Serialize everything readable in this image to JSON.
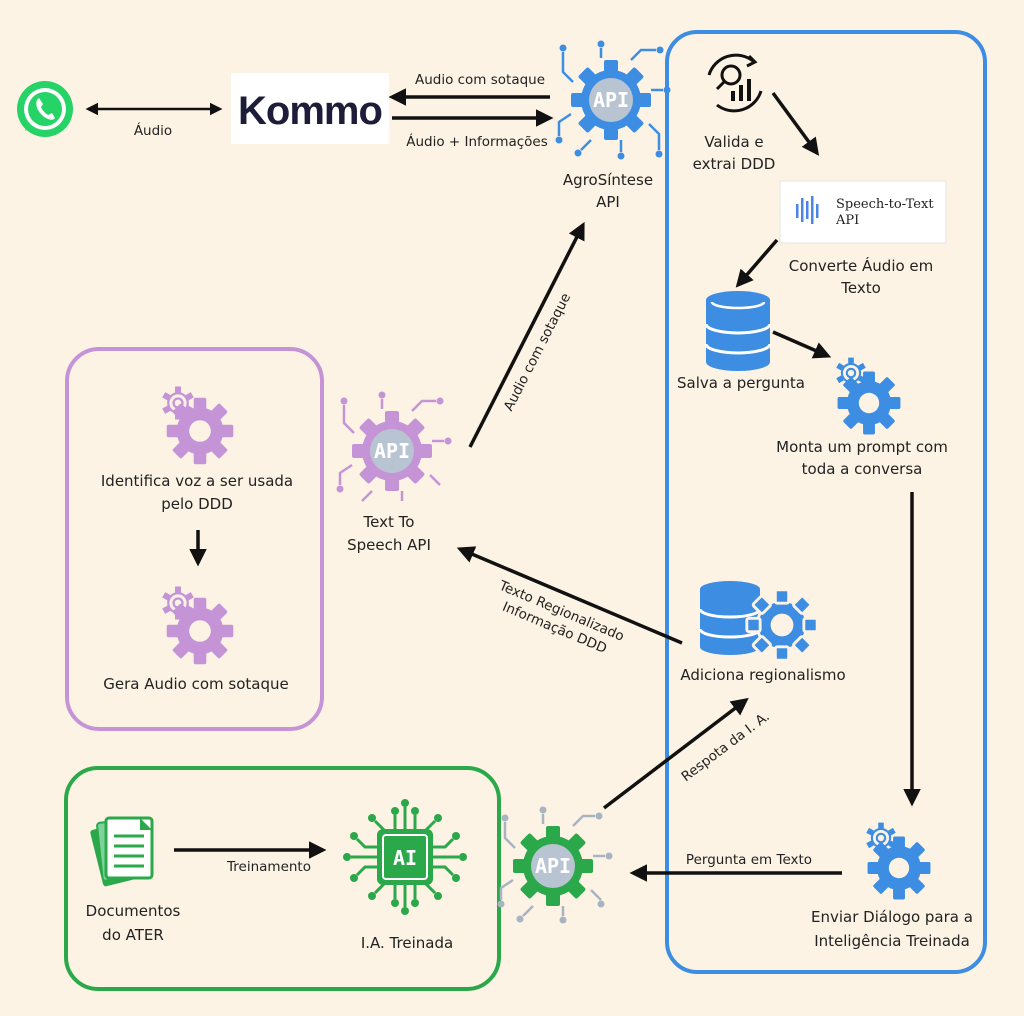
{
  "colors": {
    "background": "#fdf3e4",
    "blue": "#3d8ee3",
    "purple": "#c494d6",
    "green": "#2aa84a",
    "gray": "#a9b4c2",
    "whatsapp": "#25d366"
  },
  "kommo": {
    "logo_text": "Kommo"
  },
  "speech_to_text": {
    "logo_line1": "Speech-to-Text",
    "logo_line2": "API"
  },
  "edges": {
    "audio": "Áudio",
    "audio_accent_top": "Audio com sotaque",
    "audio_info": "Áudio + Informações",
    "audio_accent_diag": "Audio com sotaque",
    "texto_regionalizado": "Texto Regionalizado",
    "informacao_ddd": "Informação DDD",
    "resposta_ia": "Respota da I. A.",
    "pergunta_texto": "Pergunta em Texto",
    "treinamento": "Treinamento"
  },
  "nodes": {
    "agrosintese": {
      "icon_label": "API",
      "line1": "AgroSíntese",
      "line2": "API"
    },
    "valida": {
      "line1": "Valida e",
      "line2": "extrai DDD"
    },
    "converte": {
      "line1": "Converte Áudio em",
      "line2": "Texto"
    },
    "salva": {
      "line1": "Salva a pergunta"
    },
    "monta": {
      "line1": "Monta um prompt com",
      "line2": "toda a conversa"
    },
    "adiciona": {
      "line1": "Adiciona regionalismo"
    },
    "enviar": {
      "line1": "Enviar Diálogo para a",
      "line2": "Inteligência Treinada"
    },
    "tts": {
      "icon_label": "API",
      "line1": "Text To",
      "line2": "Speech API"
    },
    "identifica": {
      "line1": "Identifica voz a ser usada",
      "line2": "pelo DDD"
    },
    "gera": {
      "line1": "Gera Audio com sotaque"
    },
    "green_api": {
      "icon_label": "API"
    },
    "documentos": {
      "line1": "Documentos",
      "line2": "do ATER"
    },
    "ia": {
      "chip_label": "AI",
      "line1": "I.A. Treinada"
    }
  }
}
